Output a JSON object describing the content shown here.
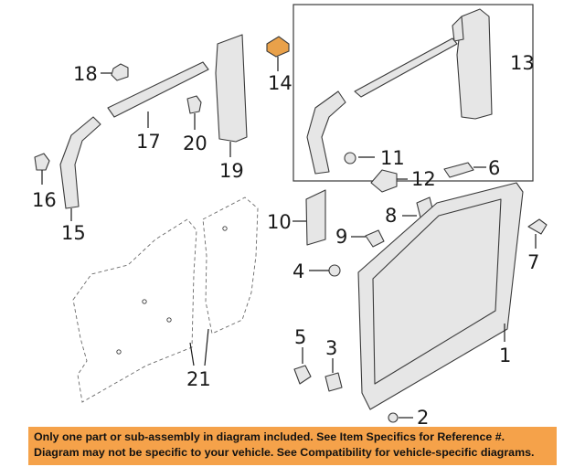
{
  "callouts": {
    "c1": "1",
    "c2": "2",
    "c3": "3",
    "c4": "4",
    "c5": "5",
    "c6": "6",
    "c7": "7",
    "c8": "8",
    "c9": "9",
    "c10": "10",
    "c11": "11",
    "c12": "12",
    "c13": "13",
    "c14": "14",
    "c15": "15",
    "c16": "16",
    "c17": "17",
    "c18": "18",
    "c19": "19",
    "c20": "20",
    "c21": "21"
  },
  "disclaimer": {
    "line1": "Only one part or sub-assembly in diagram included. See Item Specifics for Reference #.",
    "line2": "Diagram may not be specific to your vehicle. See Compatibility for vehicle-specific diagrams."
  },
  "colors": {
    "highlight_part": "#e9a14a",
    "disclaimer_bg": "#f5a24a"
  }
}
